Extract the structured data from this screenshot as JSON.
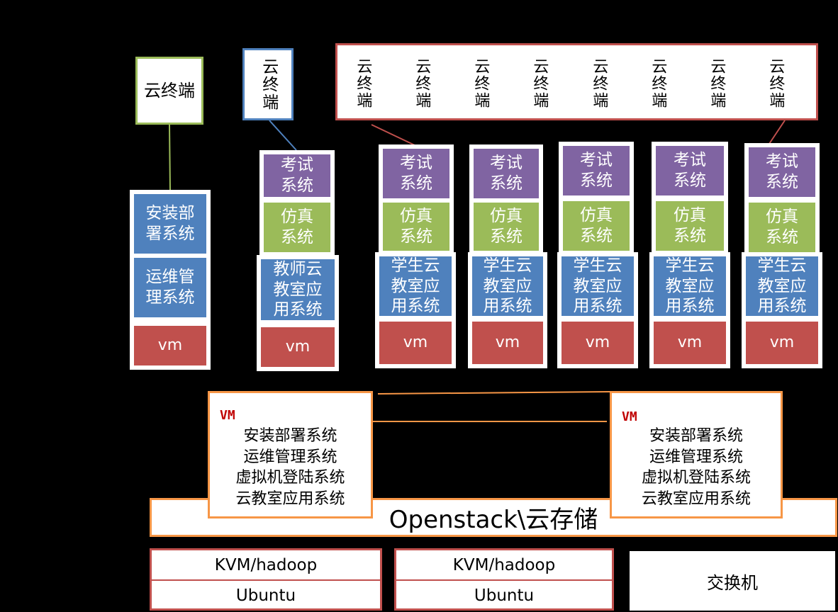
{
  "terminals": {
    "t1": "云终端",
    "t2": "云终端",
    "group": [
      "云终端",
      "云终端",
      "云终端",
      "云终端",
      "云终端",
      "云终端",
      "云终端",
      "云终端"
    ]
  },
  "col1": {
    "install": "安装部署系统",
    "ops": "运维管理系统",
    "vm": "vm"
  },
  "col2": {
    "exam": "考试系统",
    "sim": "仿真系统",
    "app": "教师云教室应用系统",
    "vm": "vm"
  },
  "student_cols": [
    {
      "exam": "考试系统",
      "sim": "仿真系统",
      "app": "学生云教室应用系统",
      "vm": "vm"
    },
    {
      "exam": "考试系统",
      "sim": "仿真系统",
      "app": "学生云教室应用系统",
      "vm": "vm"
    },
    {
      "exam": "考试系统",
      "sim": "仿真系统",
      "app": "学生云教室应用系统",
      "vm": "vm"
    },
    {
      "exam": "考试系统",
      "sim": "仿真系统",
      "app": "学生云教室应用系统",
      "vm": "vm"
    },
    {
      "exam": "考试系统",
      "sim": "仿真系统",
      "app": "学生云教室应用系统",
      "vm": "vm"
    }
  ],
  "vm_left": {
    "tag": "VM",
    "lines": [
      "安装部署系统",
      "运维管理系统",
      "虚拟机登陆系统",
      "云教室应用系统"
    ]
  },
  "vm_right": {
    "tag": "VM",
    "lines": [
      "安装部署系统",
      "运维管理系统",
      "虚拟机登陆系统",
      "云教室应用系统"
    ]
  },
  "openstack": "Openstack\\云存储",
  "hosts": [
    {
      "top": "KVM/hadoop",
      "bottom": "Ubuntu"
    },
    {
      "top": "KVM/hadoop",
      "bottom": "Ubuntu"
    }
  ],
  "switch": "交换机",
  "colors": {
    "purple": "#8064a2",
    "green": "#9bbb59",
    "blue": "#4f81bd",
    "red": "#c0504d",
    "orange": "#f79646"
  }
}
